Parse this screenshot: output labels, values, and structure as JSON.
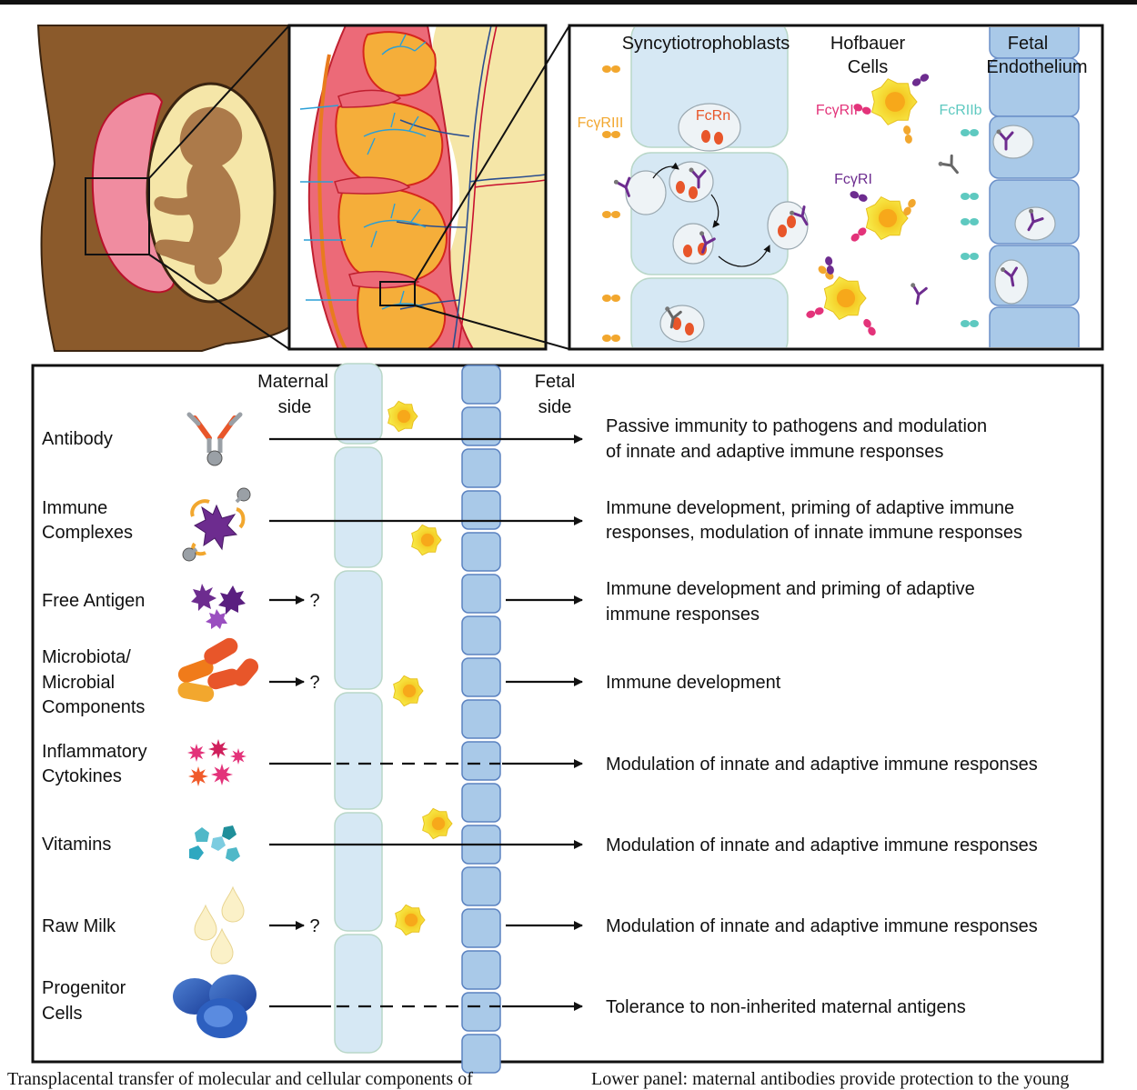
{
  "panel_labels": {
    "syncytiotrophoblasts": "Syncytiotrophoblasts",
    "hofbauer_line1": "Hofbauer",
    "hofbauer_line2": "Cells",
    "fetal_endo_line1": "Fetal",
    "fetal_endo_line2": "Endothelium",
    "fcrn": "FcRn",
    "fcgr3": "FcγRIII",
    "fcgr2": "FcγRII",
    "fcr2b": "FcRIIb",
    "fcgr1": "FcγRI"
  },
  "sides": {
    "maternal_line1": "Maternal",
    "maternal_line2": "side",
    "fetal_line1": "Fetal",
    "fetal_line2": "side"
  },
  "rows": [
    {
      "label": [
        "Antibody"
      ],
      "outcome": [
        "Passive immunity to pathogens and modulation",
        " of innate and adaptive immune responses"
      ],
      "transfer": "solid"
    },
    {
      "label": [
        "Immune",
        "Complexes"
      ],
      "outcome": [
        "Immune development, priming of adaptive immune",
        "responses, modulation of innate immune responses"
      ],
      "transfer": "solid"
    },
    {
      "label": [
        "Free Antigen"
      ],
      "outcome": [
        "Immune development and priming of adaptive",
        "immune responses"
      ],
      "transfer": "unknown"
    },
    {
      "label": [
        "Microbiota/",
        "Microbial",
        "Components"
      ],
      "outcome": [
        "Immune development"
      ],
      "transfer": "unknown"
    },
    {
      "label": [
        "Inflammatory",
        "Cytokines"
      ],
      "outcome": [
        "Modulation of innate and adaptive immune responses"
      ],
      "transfer": "dashed"
    },
    {
      "label": [
        "Vitamins"
      ],
      "outcome": [
        "Modulation of innate and adaptive immune responses"
      ],
      "transfer": "solid"
    },
    {
      "label": [
        "Raw Milk"
      ],
      "outcome": [
        "Modulation of innate and adaptive immune responses"
      ],
      "transfer": "unknown"
    },
    {
      "label": [
        "Progenitor",
        "Cells"
      ],
      "outcome": [
        "Tolerance to non-inherited maternal antigens"
      ],
      "transfer": "dashed"
    }
  ],
  "unknown_mark": "?",
  "caption_left": "Transplacental transfer of molecular and cellular components of",
  "caption_right": "Lower panel: maternal antibodies provide protection to the young",
  "colors": {
    "skin": "#8b5a2b",
    "placenta": "#f08ca0",
    "womb": "#f5e6a8",
    "fetus": "#a87444",
    "stb": "#d6e8f4",
    "endo": "#a9c9e8",
    "hofbauer": "#f5e43a",
    "fcrn": "#e8562a",
    "fcgr3": "#f2a72e",
    "fcgr2": "#e3337a",
    "fcr2b": "#5ec9c0",
    "fcgr1": "#6d2c8f"
  }
}
